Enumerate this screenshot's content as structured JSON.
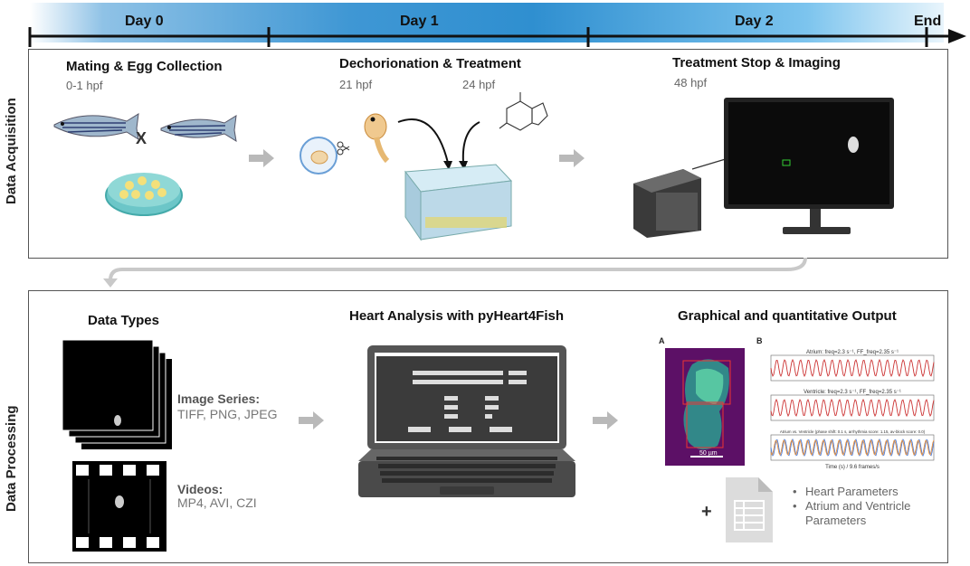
{
  "timeline": {
    "day0": "Day 0",
    "day1": "Day 1",
    "day2": "Day 2",
    "end": "End"
  },
  "acquisition": {
    "side_label": "Data Acquisition",
    "step1": {
      "title": "Mating & Egg Collection",
      "hpf": "0-1 hpf",
      "cross": "X"
    },
    "step2": {
      "title": "Dechorionation & Treatment",
      "hpf_a": "21 hpf",
      "hpf_b": "24 hpf"
    },
    "step3": {
      "title": "Treatment Stop & Imaging",
      "hpf": "48 hpf"
    }
  },
  "processing": {
    "side_label": "Data Processing",
    "types_title": "Data Types",
    "image_series_label": "Image Series:",
    "image_series_formats": "TIFF, PNG, JPEG",
    "videos_label": "Videos:",
    "videos_formats": "MP4, AVI, CZI",
    "analysis_title": "Heart Analysis with pyHeart4Fish",
    "output_title": "Graphical and quantitative Output",
    "plus": "+",
    "bullets": [
      "Heart Parameters",
      "Atrium and Ventricle Parameters"
    ],
    "panel_a": "A",
    "panel_b": "B",
    "scale_bar": "50 µm",
    "plot_titles": [
      "Atrium: freq=2.3 s⁻¹, FF_freq=2.35 s⁻¹",
      "Ventricle: freq=2.3 s⁻¹, FF_freq=2.35 s⁻¹",
      "Atrium vs. Ventricle (phase shift: 0.1 s, arrhythmia score: 1.15, av-block score: 0.0)"
    ],
    "x_axis": "Time (s) / 9.6 frames/s"
  },
  "colors": {
    "accent": "#2f8fd0",
    "arrow": "#b9b9b9",
    "heart": "#5c1066"
  }
}
